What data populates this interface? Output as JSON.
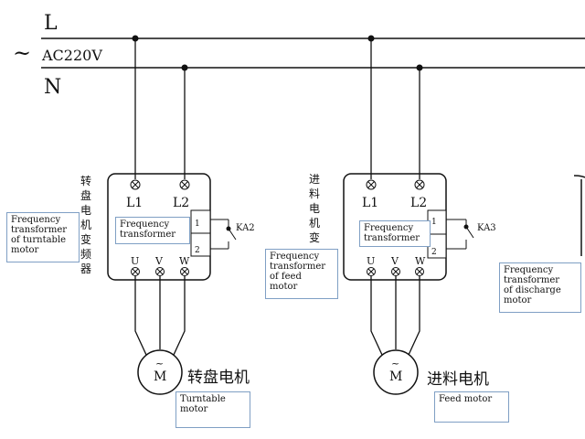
{
  "power": {
    "line_label": "L",
    "neutral_label": "N",
    "tilde": "~",
    "voltage_label": "AC220V"
  },
  "drives": [
    {
      "side_label": "转\n盘\n电\n机\n变\n频\n器",
      "l1": "L1",
      "l2": "L2",
      "inner_box": "Frequency\ntransformer",
      "relay": "KA2",
      "term1": "1",
      "term2": "2",
      "u": "U",
      "v": "V",
      "w": "W",
      "motor_symbol": "M",
      "motor_tilde": "~",
      "motor_cn": "转盘电机",
      "motor_note": "Turntable\nmotor",
      "side_note": "Frequency\ntransformer\nof turntable\nmotor"
    },
    {
      "side_label": "进\n料\n电\n机\n变",
      "l1": "L1",
      "l2": "L2",
      "inner_box": "Frequency\ntransformer",
      "relay": "KA3",
      "term1": "1",
      "term2": "2",
      "u": "U",
      "v": "V",
      "w": "W",
      "motor_symbol": "M",
      "motor_tilde": "~",
      "motor_cn": "进料电机",
      "motor_note": "Feed motor",
      "side_note": "Frequency\ntransformer\nof          feed\nmotor"
    }
  ],
  "discharge_note": "Frequency\ntransformer\nof   discharge\nmotor"
}
